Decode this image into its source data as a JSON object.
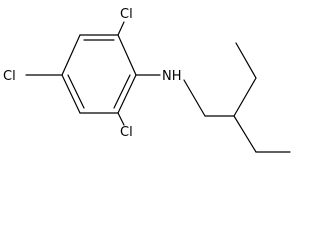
{
  "molecule": {
    "labels": {
      "cl_top": "Cl",
      "cl_left": "Cl",
      "cl_bottom": "Cl",
      "nh": "NH"
    },
    "colors": {
      "bond": "#000000",
      "label": "#000000",
      "background": "#ffffff"
    }
  }
}
